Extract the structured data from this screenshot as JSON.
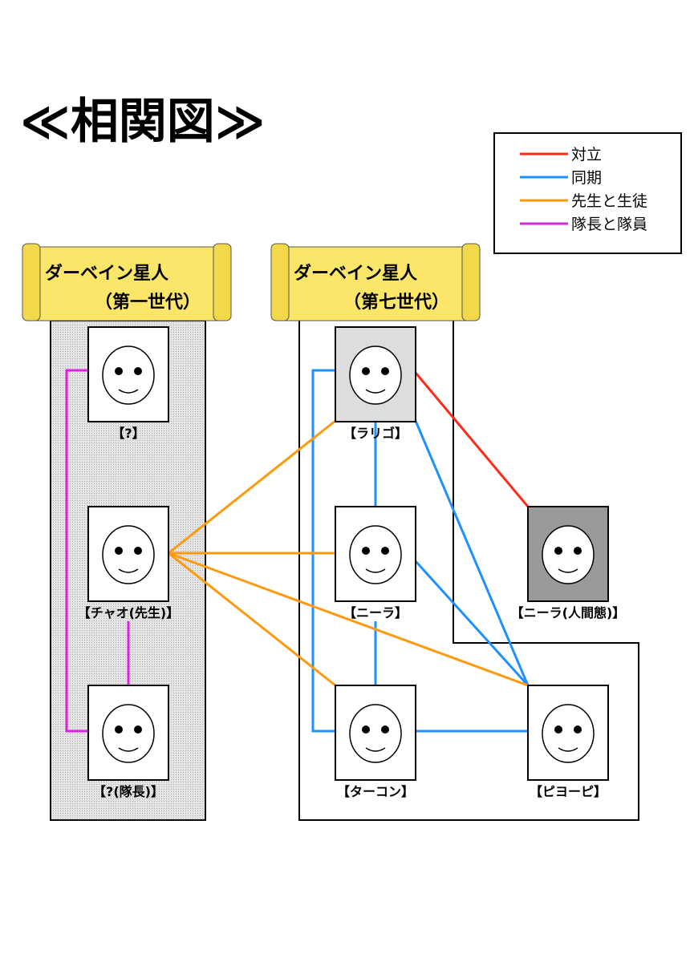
{
  "title": "≪相関図≫",
  "legend": [
    {
      "label": "対立",
      "color": "#ff2a1a"
    },
    {
      "label": "同期",
      "color": "#1e90ff"
    },
    {
      "label": "先生と生徒",
      "color": "#ff9a10"
    },
    {
      "label": "隊長と隊員",
      "color": "#e020e0"
    }
  ],
  "groups": [
    {
      "line1": "ダーベイン星人",
      "line2": "（第一世代）"
    },
    {
      "line1": "ダーベイン星人",
      "line2": "（第七世代）"
    }
  ],
  "characters": [
    {
      "id": "unknown",
      "label": "【?】"
    },
    {
      "id": "chao",
      "label": "【チャオ(先生)】"
    },
    {
      "id": "captain",
      "label": "【?(隊長)】"
    },
    {
      "id": "larigo",
      "label": "【ラリゴ】"
    },
    {
      "id": "niira",
      "label": "【ニーラ】"
    },
    {
      "id": "takon",
      "label": "【ターコン】"
    },
    {
      "id": "niira-human",
      "label": "【ニーラ(人間態)】"
    },
    {
      "id": "piyopi",
      "label": "【ピヨーピ】"
    }
  ]
}
